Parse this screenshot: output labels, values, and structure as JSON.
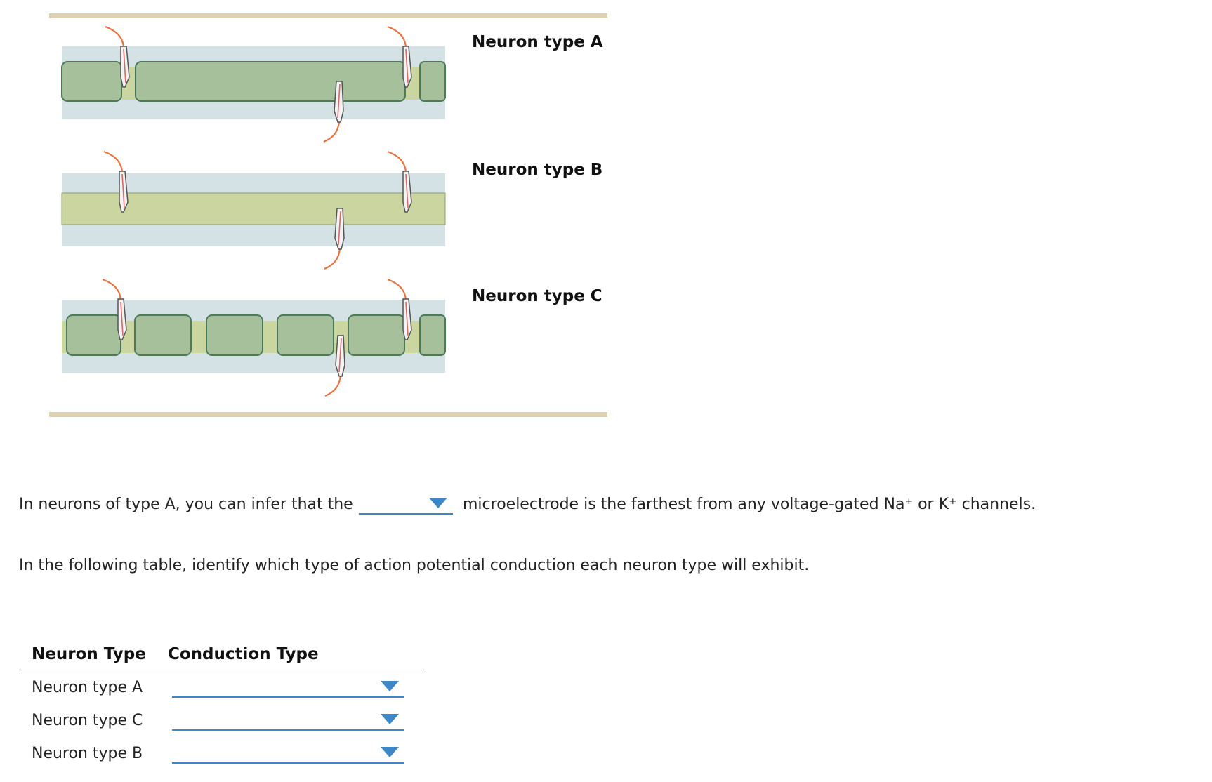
{
  "figure": {
    "neurons": [
      {
        "label": "Neuron type A",
        "axon": "myelinated (long internode)"
      },
      {
        "label": "Neuron type B",
        "axon": "unmyelinated"
      },
      {
        "label": "Neuron type C",
        "axon": "myelinated (short internodes)"
      }
    ],
    "colors": {
      "rule": "#ddd2ae",
      "extracellular": "#d4e2e5",
      "axon": "#cbd59f",
      "myelin": "#a7c09c",
      "myelin_edge": "#4d7a58",
      "wire": "#e8733f"
    }
  },
  "question1": {
    "text_before": "In neurons of type A, you can infer that the",
    "dropdown_value": "",
    "text_after": "microelectrode is the farthest from any voltage-gated Na⁺ or K⁺ channels."
  },
  "instruction": "In the following table, identify which type of action potential conduction each neuron type will exhibit.",
  "table": {
    "headers": [
      "Neuron Type",
      "Conduction Type"
    ],
    "rows": [
      {
        "neuron": "Neuron type A",
        "conduction": ""
      },
      {
        "neuron": "Neuron type C",
        "conduction": ""
      },
      {
        "neuron": "Neuron type B",
        "conduction": ""
      }
    ]
  },
  "icons": {
    "dropdown": "dropdown-triangle-icon"
  }
}
